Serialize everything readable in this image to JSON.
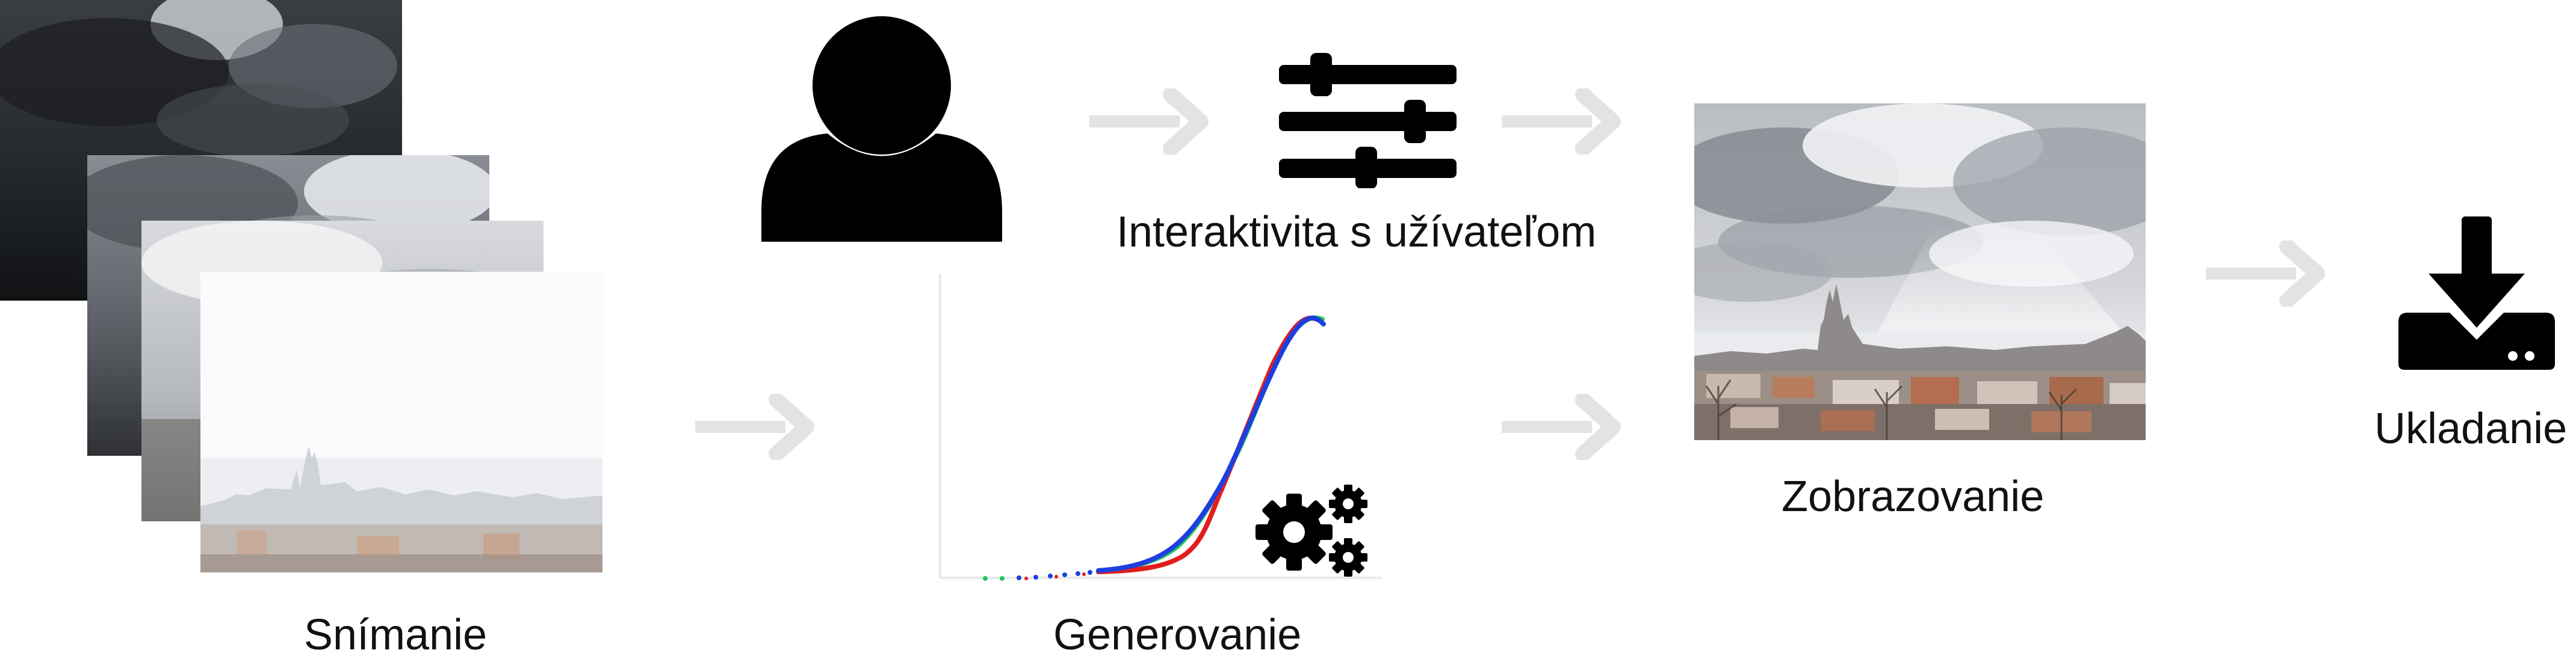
{
  "stages": {
    "capture": {
      "label": "Snímanie"
    },
    "interaction": {
      "label": "Interaktivita s užívateľom"
    },
    "generation": {
      "label": "Generovanie"
    },
    "display": {
      "label": "Zobrazovanie"
    },
    "save": {
      "label": "Ukladanie"
    }
  },
  "icons": {
    "user": "user-icon",
    "sliders": "sliders-icon",
    "gears": "gears-icon",
    "download": "download-icon"
  },
  "colors": {
    "arrow": "#e3e3e3",
    "icon": "#000000",
    "curve_red": "#e11d1d",
    "curve_green": "#22c55e",
    "curve_blue": "#1d3fe1"
  }
}
